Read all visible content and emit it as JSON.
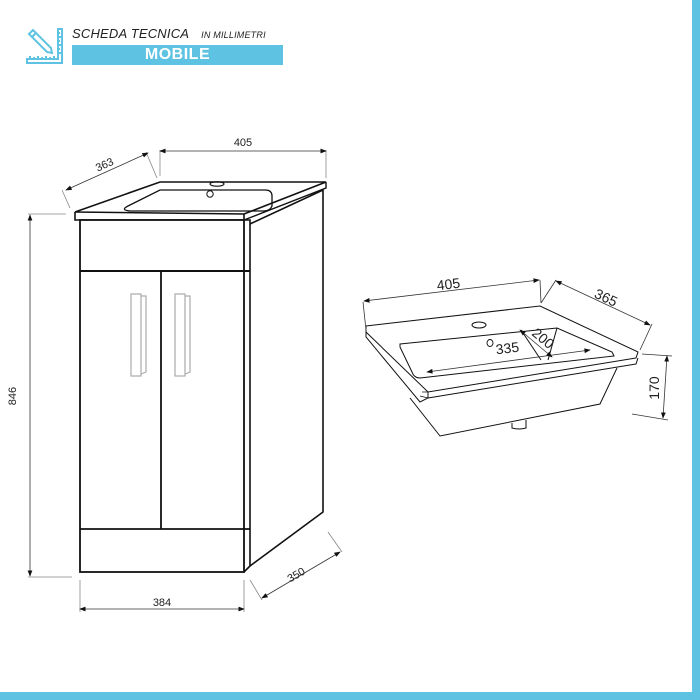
{
  "header": {
    "title": "SCHEDA TECNICA",
    "unit_note": "IN MILLIMETRI",
    "band_label": "MOBILE",
    "icon": "ruler-pencil-icon",
    "accent_color": "#5ec3e2"
  },
  "cabinet": {
    "dimensions": {
      "top_width": "405",
      "top_depth": "363",
      "height": "846",
      "base_width": "384",
      "base_depth": "350"
    },
    "doors": 2,
    "handles": 2
  },
  "sink": {
    "dimensions": {
      "width": "405",
      "depth": "365",
      "basin_width": "335",
      "basin_depth": "200",
      "height": "170"
    }
  },
  "frame": {
    "border_color": "#5ec3e2"
  }
}
